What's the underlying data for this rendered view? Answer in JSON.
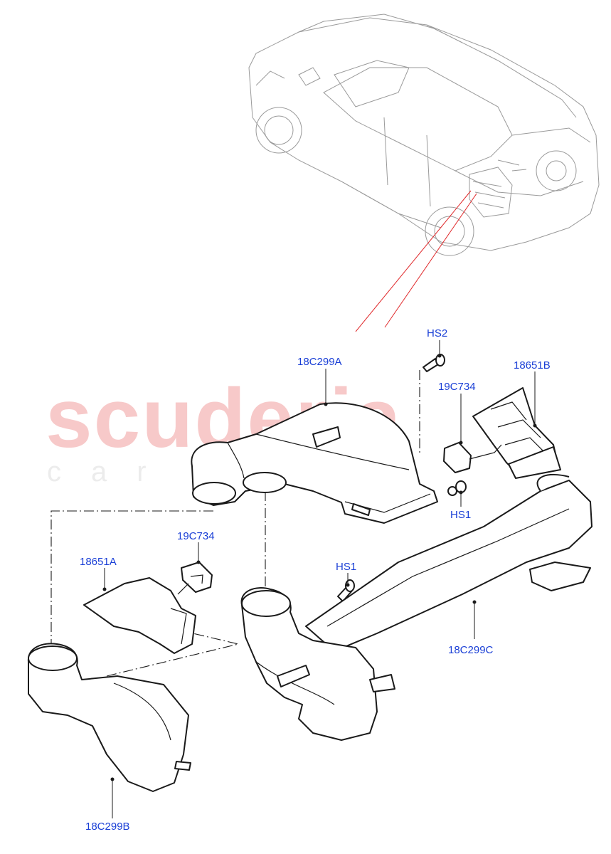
{
  "watermark": {
    "brand": "scuderia",
    "tagline": "car parts"
  },
  "callouts": {
    "hs2": "HS2",
    "p18c299a": "18C299A",
    "p18651b": "18651B",
    "p19c734_top": "19C734",
    "hs1_top": "HS1",
    "p19c734_left": "19C734",
    "p18651a": "18651A",
    "hs1_mid": "HS1",
    "p18c299c": "18C299C",
    "p18c299b": "18C299B"
  },
  "colors": {
    "callout_text": "#1a3fd6",
    "locator_line": "#e0282a",
    "watermark_red": "#f7c9c9",
    "line_art": "#1a1a1a"
  }
}
